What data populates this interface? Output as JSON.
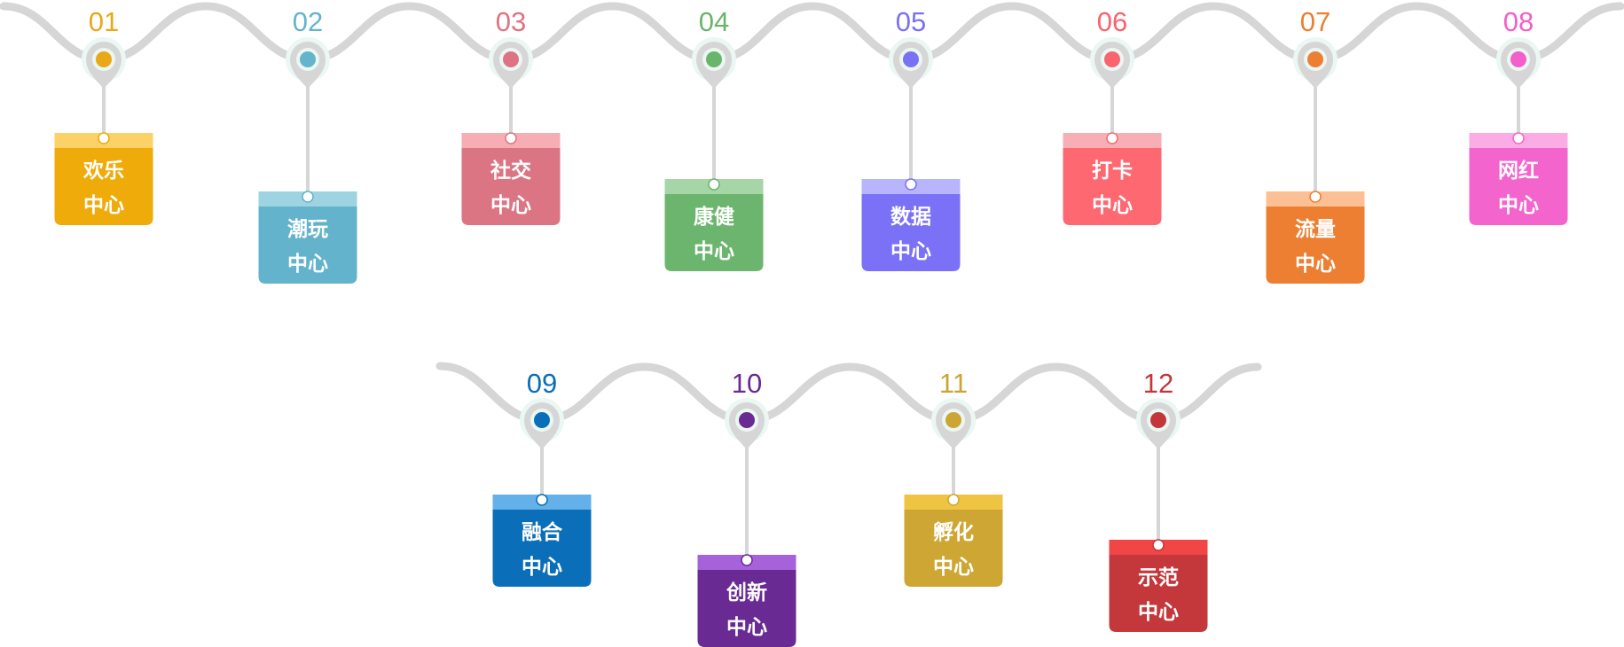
{
  "title": "Twelve centers timeline",
  "line_color": "#d6d6d6",
  "halo_color": "#eaf7f2",
  "rows": [
    {
      "items": [
        {
          "number": "01",
          "line1": "欢乐",
          "line2": "中心",
          "accent": "#e9a817",
          "card": "#efab09",
          "header": "#fcd167",
          "drop": "long"
        },
        {
          "number": "02",
          "line1": "潮玩",
          "line2": "中心",
          "accent": "#64b4cb",
          "card": "#62b3cb",
          "header": "#9ed4e2",
          "drop": "longer"
        },
        {
          "number": "03",
          "line1": "社交",
          "line2": "中心",
          "accent": "#de7483",
          "card": "#db7584",
          "header": "#f6adb4",
          "drop": "long"
        },
        {
          "number": "04",
          "line1": "康健",
          "line2": "中心",
          "accent": "#6ab56c",
          "card": "#6bb56e",
          "header": "#a6d5a8",
          "drop": "mid"
        },
        {
          "number": "05",
          "line1": "数据",
          "line2": "中心",
          "accent": "#7a71f5",
          "card": "#7a71f7",
          "header": "#b9b5fc",
          "drop": "mid"
        },
        {
          "number": "06",
          "line1": "打卡",
          "line2": "中心",
          "accent": "#f9646e",
          "card": "#fd6871",
          "header": "#f7aeb4",
          "drop": "long"
        },
        {
          "number": "07",
          "line1": "流量",
          "line2": "中心",
          "accent": "#ec7f31",
          "card": "#ed7f32",
          "header": "#fcc094",
          "drop": "longer"
        },
        {
          "number": "08",
          "line1": "网红",
          "line2": "中心",
          "accent": "#f35fcb",
          "card": "#f464cd",
          "header": "#fcace4",
          "drop": "long"
        }
      ]
    },
    {
      "items": [
        {
          "number": "09",
          "line1": "融合",
          "line2": "中心",
          "accent": "#0a6eb8",
          "card": "#0a6eb8",
          "header": "#64b0e8",
          "drop": "long"
        },
        {
          "number": "10",
          "line1": "创新",
          "line2": "中心",
          "accent": "#6a2a94",
          "card": "#692a93",
          "header": "#a562db",
          "drop": "longest"
        },
        {
          "number": "11",
          "line1": "孵化",
          "line2": "中心",
          "accent": "#cda532",
          "card": "#cea633",
          "header": "#f0c443",
          "drop": "long"
        },
        {
          "number": "12",
          "line1": "示范",
          "line2": "中心",
          "accent": "#c3373b",
          "card": "#c4383c",
          "header": "#f14546",
          "drop": "longer2"
        }
      ]
    }
  ]
}
